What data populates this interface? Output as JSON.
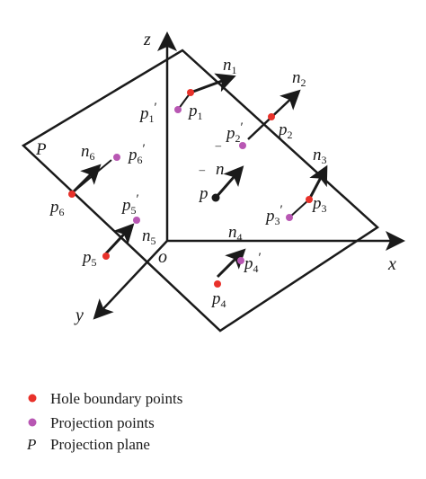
{
  "colors": {
    "hole_point": "#e8312a",
    "projection_point": "#b857b3",
    "line": "#1a1a1a"
  },
  "axes": {
    "z": "z",
    "x": "x",
    "y": "y",
    "origin": "o"
  },
  "plane_label": "P",
  "mean_normal": {
    "letter": "n",
    "bar": "‾"
  },
  "mean_point": {
    "letter": "p",
    "bar": "‾"
  },
  "normal_labels": [
    {
      "letter": "n",
      "sub": "1"
    },
    {
      "letter": "n",
      "sub": "2"
    },
    {
      "letter": "n",
      "sub": "3"
    },
    {
      "letter": "n",
      "sub": "4"
    },
    {
      "letter": "n",
      "sub": "5"
    },
    {
      "letter": "n",
      "sub": "6"
    }
  ],
  "point_labels": [
    {
      "letter": "p",
      "sub": "1"
    },
    {
      "letter": "p",
      "sub": "2"
    },
    {
      "letter": "p",
      "sub": "3"
    },
    {
      "letter": "p",
      "sub": "4"
    },
    {
      "letter": "p",
      "sub": "5"
    },
    {
      "letter": "p",
      "sub": "6"
    }
  ],
  "projection_labels": [
    {
      "letter": "p",
      "sub": "1",
      "prime": "′"
    },
    {
      "letter": "p",
      "sub": "2",
      "prime": "′"
    },
    {
      "letter": "p",
      "sub": "3",
      "prime": "′"
    },
    {
      "letter": "p",
      "sub": "4",
      "prime": "′"
    },
    {
      "letter": "p",
      "sub": "5",
      "prime": "′"
    },
    {
      "letter": "p",
      "sub": "6",
      "prime": "′"
    }
  ],
  "legend": {
    "hole": "Hole boundary points",
    "projection": "Projection points",
    "plane_symbol": "P",
    "plane": "Projection plane"
  }
}
